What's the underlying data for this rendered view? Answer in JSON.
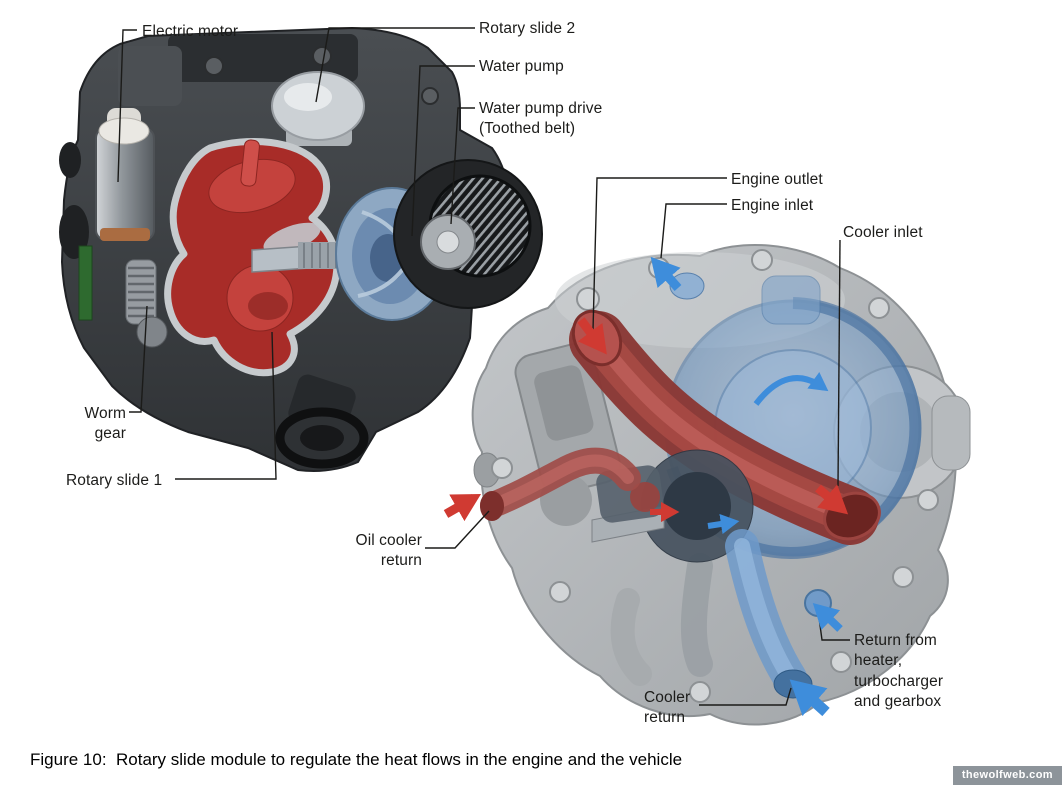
{
  "caption": {
    "text": "Figure 10:  Rotary slide module to regulate the heat flows in the engine and the vehicle"
  },
  "watermark": {
    "text": "thewolfweb.com"
  },
  "labels": {
    "electric_motor": "Electric motor",
    "rotary_slide_2": "Rotary slide 2",
    "water_pump": "Water pump",
    "water_pump_drive": "Water pump drive\n(Toothed belt)",
    "worm_gear": "Worm\ngear",
    "rotary_slide_1": "Rotary slide 1",
    "engine_outlet": "Engine outlet",
    "engine_inlet": "Engine inlet",
    "cooler_inlet": "Cooler inlet",
    "oil_cooler_return": "Oil cooler\nreturn",
    "cooler_return": "Cooler\nreturn",
    "return_heater": "Return from\nheater,\nturbocharger\nand gearbox"
  },
  "legend_colors": {
    "hot_coolant": "#d03a32",
    "cold_coolant": "#3e8ddb",
    "housing_dark": "#3a3d41",
    "housing_light": "#b4b8bb"
  }
}
